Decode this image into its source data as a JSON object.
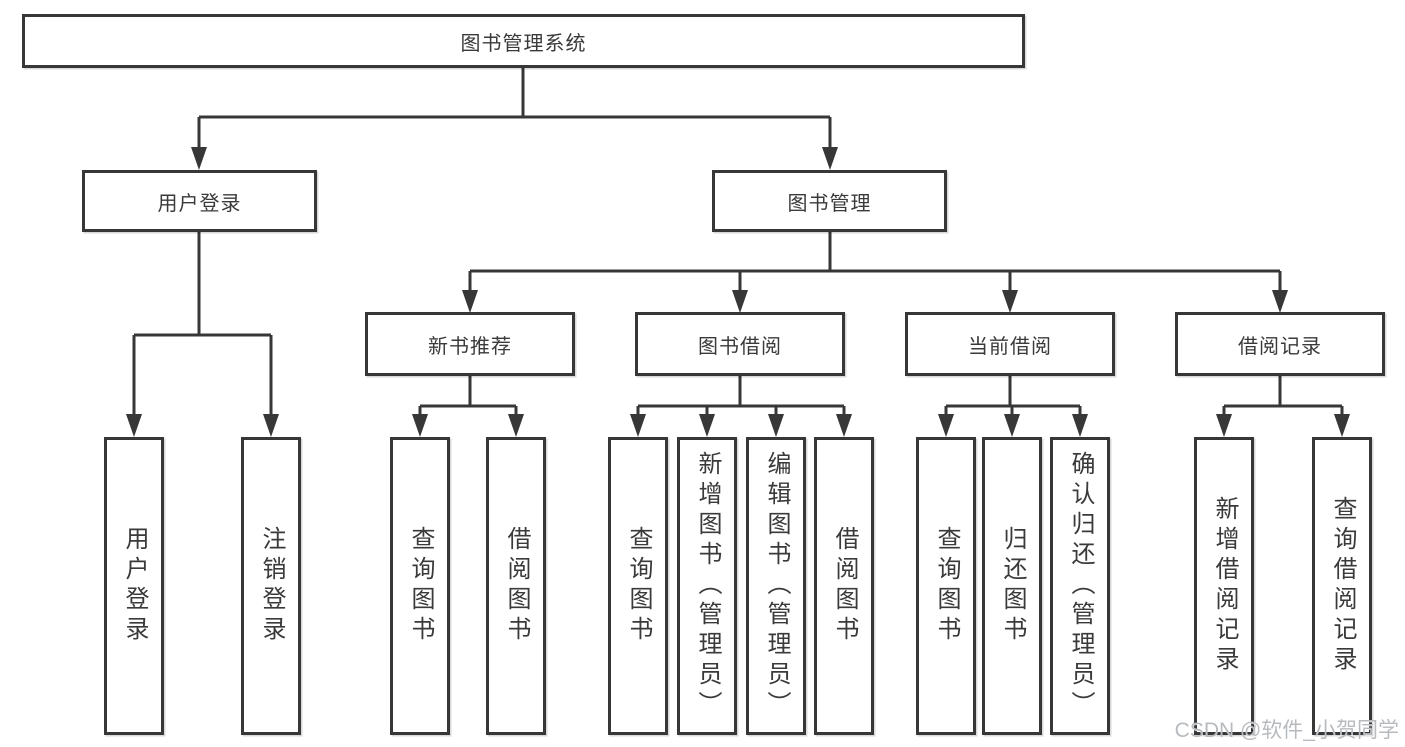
{
  "diagram": {
    "root": {
      "label": "图书管理系统"
    },
    "user_login": {
      "label": "用户登录",
      "children": [
        {
          "label": "用户登录"
        },
        {
          "label": "注销登录"
        }
      ]
    },
    "book_management": {
      "label": "图书管理",
      "sections": [
        {
          "label": "新书推荐",
          "children": [
            {
              "label": "查询图书"
            },
            {
              "label": "借阅图书"
            }
          ]
        },
        {
          "label": "图书借阅",
          "children": [
            {
              "label": "查询图书"
            },
            {
              "label": "新增图书（管理员）"
            },
            {
              "label": "编辑图书（管理员）"
            },
            {
              "label": "借阅图书"
            }
          ]
        },
        {
          "label": "当前借阅",
          "children": [
            {
              "label": "查询图书"
            },
            {
              "label": "归还图书"
            },
            {
              "label": "确认归还（管理员）"
            }
          ]
        },
        {
          "label": "借阅记录",
          "children": [
            {
              "label": "新增借阅记录"
            },
            {
              "label": "查询借阅记录"
            }
          ]
        }
      ]
    }
  },
  "watermark": {
    "text": "CSDN @软件_小贺同学"
  },
  "colors": {
    "line": "#373737",
    "border": "#373737",
    "text": "#3a3a3a",
    "watermark": "#b7bbbf",
    "background": "#ffffff"
  }
}
